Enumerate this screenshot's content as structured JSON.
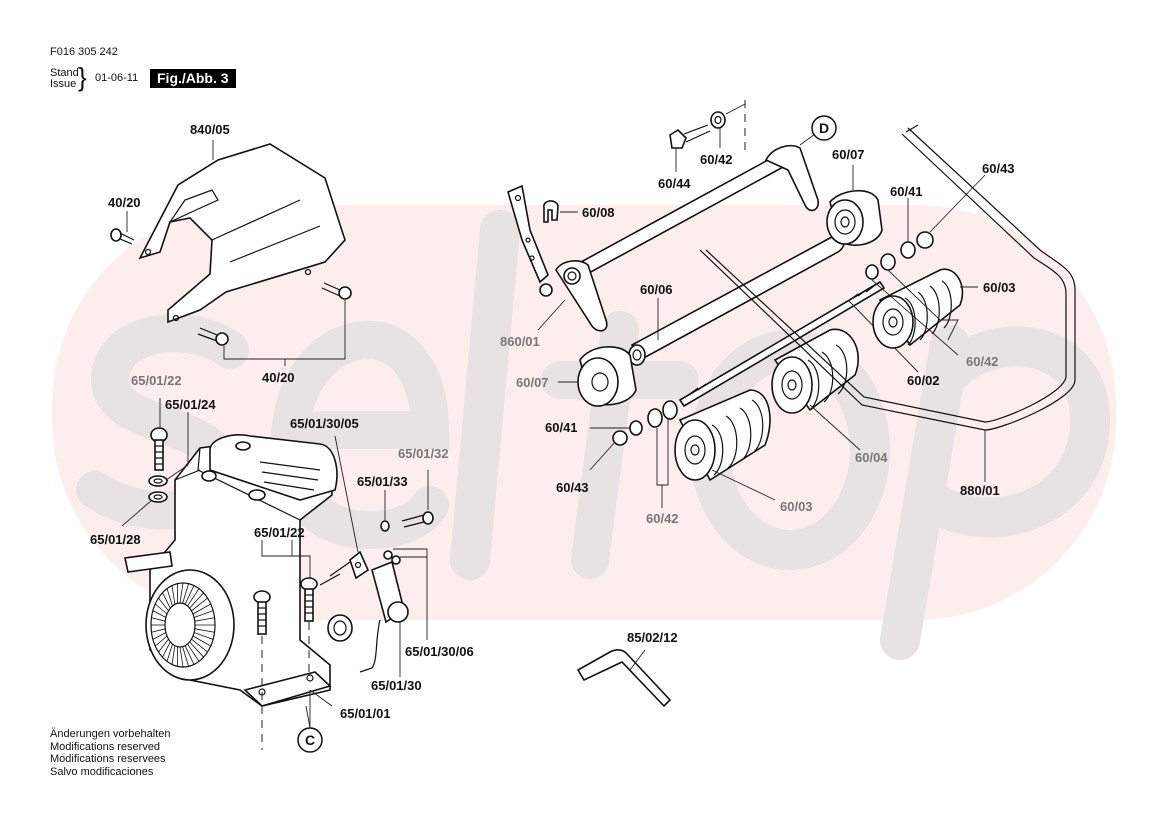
{
  "header": {
    "document_id": "F016 305 242",
    "stand_label": "Stand",
    "issue_label": "Issue",
    "issue_date": "01-06-11",
    "figure_badge": "Fig./Abb. 3"
  },
  "watermark": {
    "text": "seltop",
    "band_color": "#fdeeee",
    "letter_color": "#e9e2e3"
  },
  "footer_notes": [
    "Änderungen vorbehalten",
    "Modifications reserved",
    "Modifications reservees",
    "Salvo modificaciones"
  ],
  "callouts": {
    "C": "C",
    "D": "D"
  },
  "part_labels": {
    "cover": "840/05",
    "cover_screw_left": "40/20",
    "cover_screws_bottom": "40/20",
    "engine_bolt": "65/01/22",
    "engine_washer_top": "65/01/24",
    "engine_washer_bottom": "65/01/28",
    "ignition_bracket": "65/01/30/05",
    "ignition_bolt": "65/01/32",
    "ignition_washer": "65/01/33",
    "engine_mount_bolts": "65/01/22",
    "ignition_screws": "65/01/30/06",
    "ignition_module": "65/01/30",
    "engine_base": "65/01/01",
    "axle_bolt": "60/44",
    "axle_washer_top": "60/42",
    "clip": "60/08",
    "bracket_arm": "860/01",
    "spacer_tube": "60/06",
    "roller_top": "60/07",
    "roller_left": "60/07",
    "washer_right_41": "60/41",
    "nut_right": "60/43",
    "brush_roller_right": "60/03",
    "washers_right_42": "60/42",
    "threaded_rod": "60/02",
    "washer_left_41": "60/41",
    "nut_left": "60/43",
    "washers_left_42": "60/42",
    "brush_roller_center": "60/04",
    "brush_roller_left": "60/03",
    "handle_bar": "880/01",
    "hex_key": "85/02/12"
  }
}
